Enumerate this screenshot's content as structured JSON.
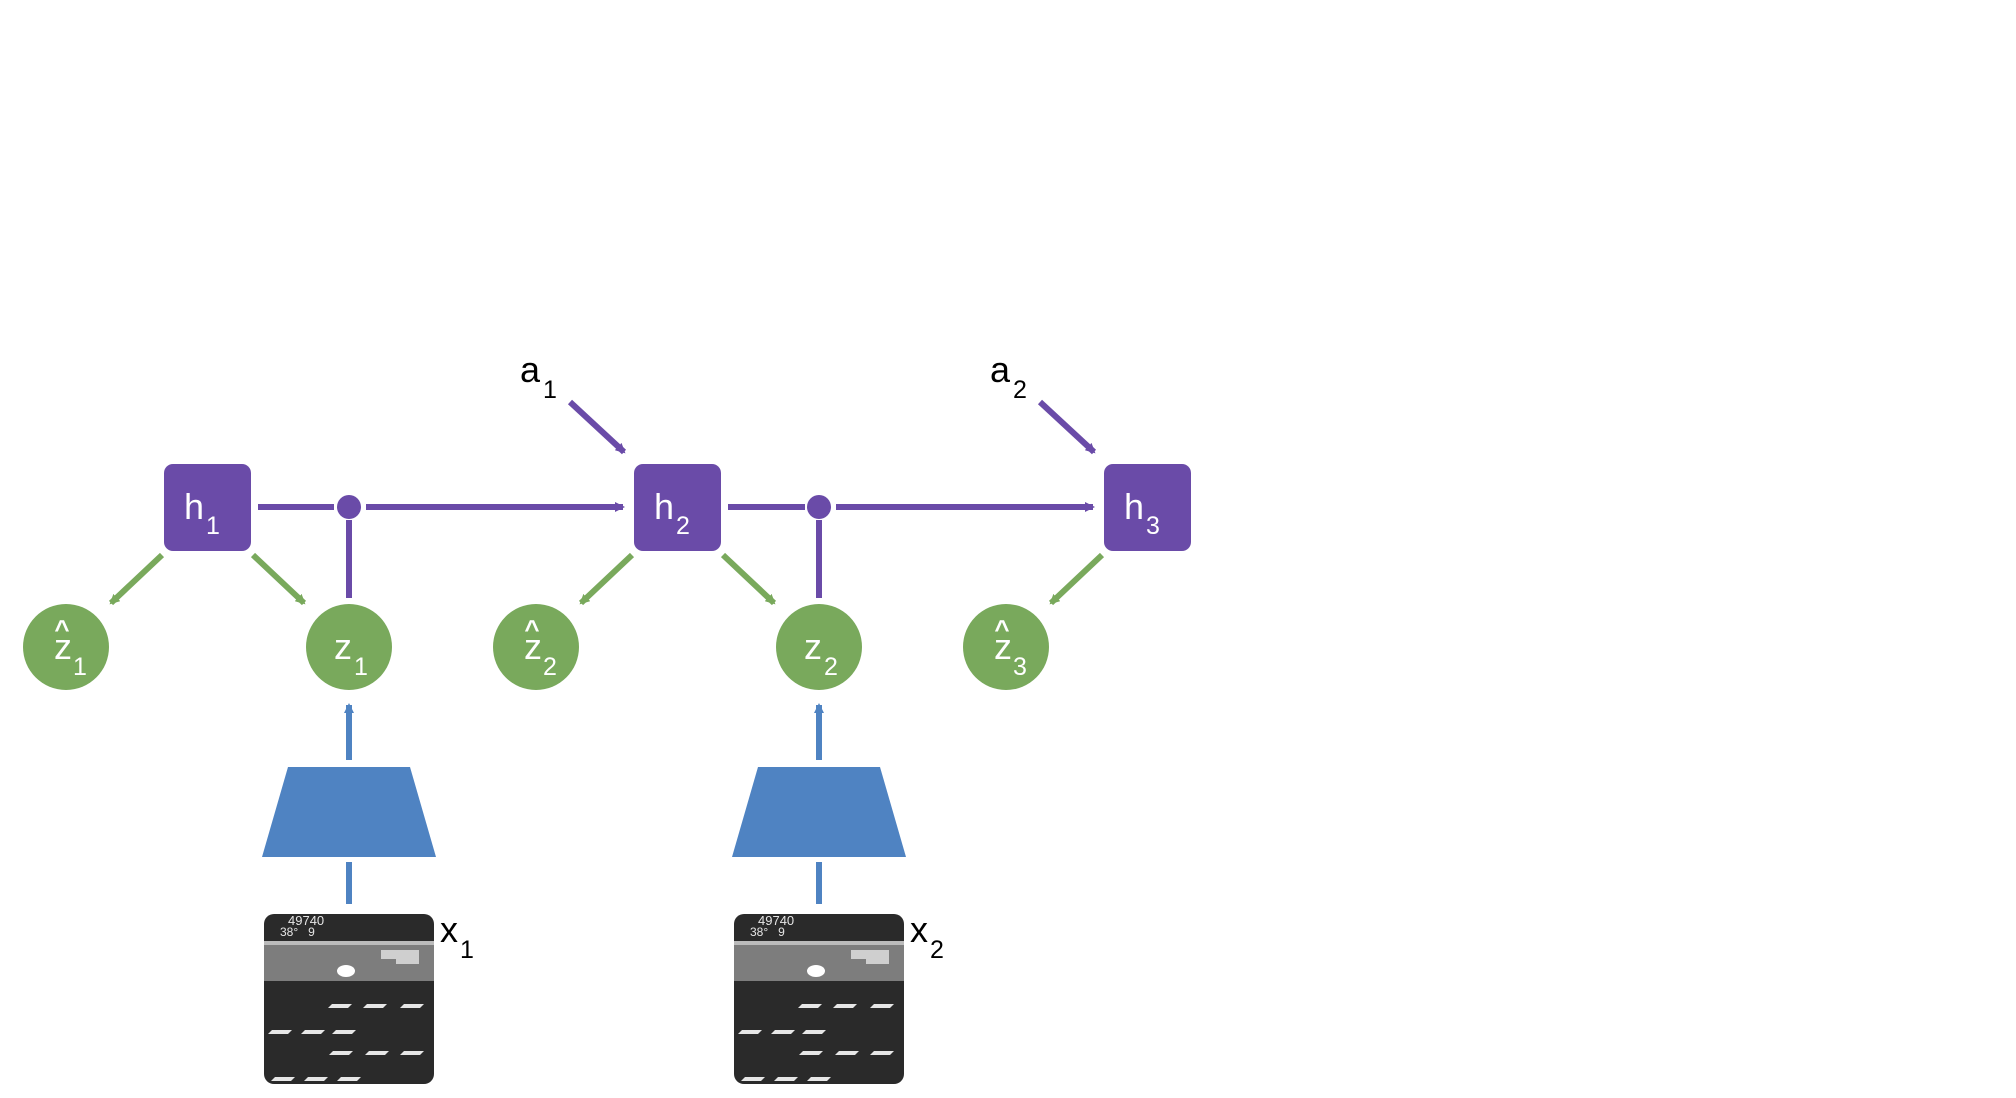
{
  "colors": {
    "purple": "#6a4ba8",
    "green": "#79a95c",
    "blue": "#4f83c2",
    "node_text": "#ffffff",
    "label_text": "#000000",
    "screen_bg": "#2a2a2a",
    "screen_band": "#7d7d7d"
  },
  "hidden_states": [
    {
      "name": "h",
      "sub": "1"
    },
    {
      "name": "h",
      "sub": "2"
    },
    {
      "name": "h",
      "sub": "3"
    }
  ],
  "predictions": [
    {
      "name": "z",
      "hat": "^",
      "sub": "1"
    },
    {
      "name": "z",
      "hat": "^",
      "sub": "2"
    },
    {
      "name": "z",
      "hat": "^",
      "sub": "3"
    }
  ],
  "latents": [
    {
      "name": "z",
      "sub": "1"
    },
    {
      "name": "z",
      "sub": "2"
    }
  ],
  "actions": [
    {
      "name": "a",
      "sub": "1"
    },
    {
      "name": "a",
      "sub": "2"
    }
  ],
  "observations": [
    {
      "name": "x",
      "sub": "1",
      "score": "49740",
      "status": "38°   9"
    },
    {
      "name": "x",
      "sub": "2",
      "score": "49740",
      "status": "38°   9"
    }
  ]
}
